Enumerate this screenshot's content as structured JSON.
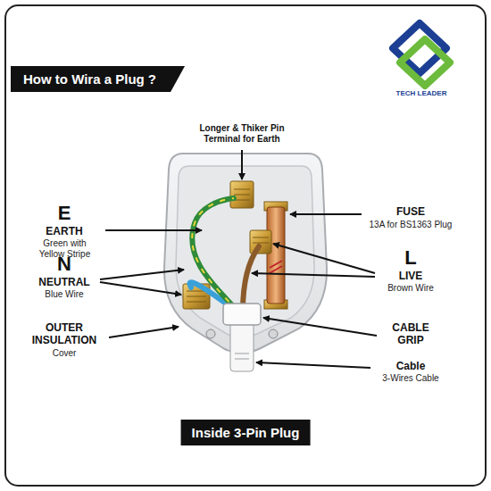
{
  "diagram": {
    "title": "How to Wira a Plug ?",
    "caption": "Inside 3-Pin Plug",
    "labels": [
      "Longer & Thiker Pin Terminal for Earth",
      "E",
      "EARTH",
      "Green with Yellow Stripe",
      "N",
      "NEUTRAL",
      "Blue Wire",
      "OUTER INSULATION",
      "Cover",
      "FUSE",
      "13A for BS1363 Plug",
      "L",
      "LIVE",
      "Brown Wire",
      "CABLE GRIP",
      "Cable",
      "3-Wires Cable",
      "TECH LEADER"
    ]
  }
}
